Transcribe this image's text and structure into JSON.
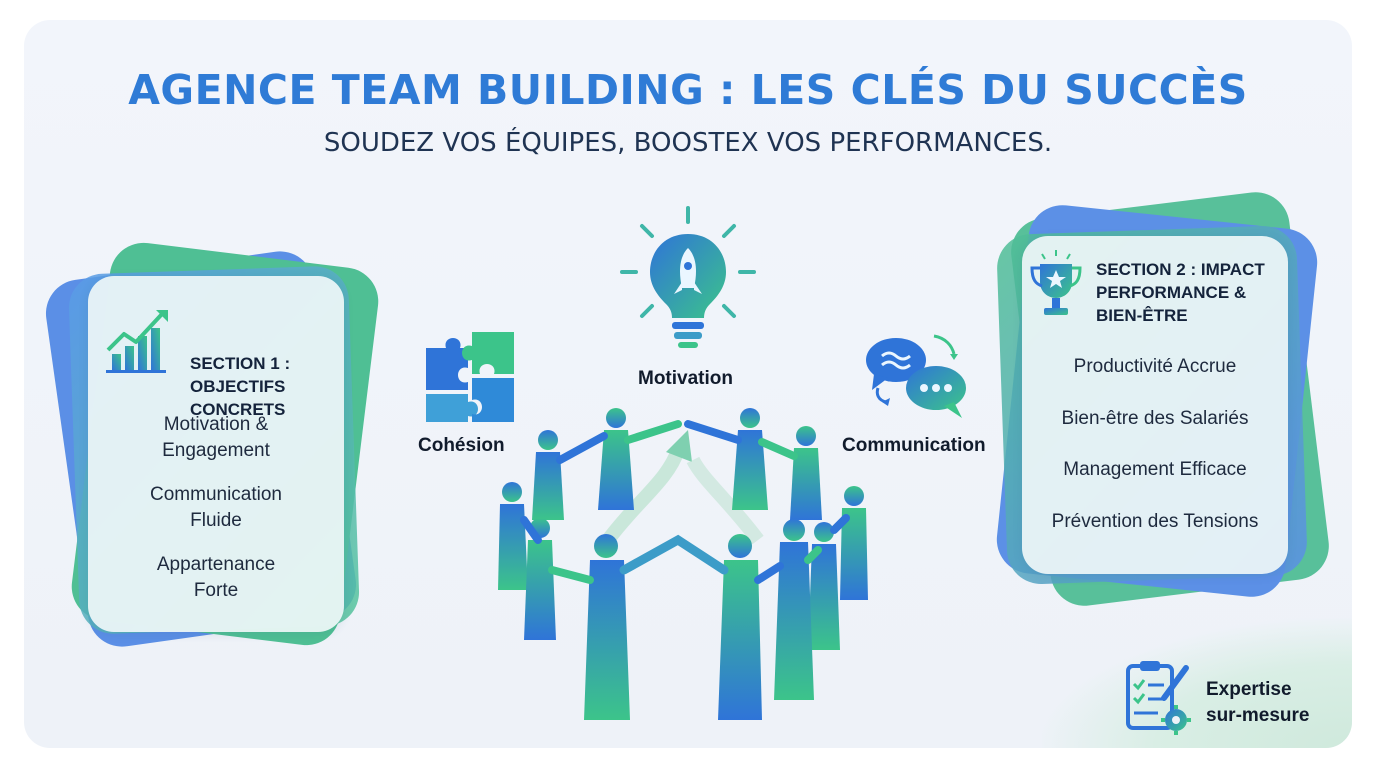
{
  "header": {
    "title": "AGENCE TEAM BUILDING : LES CLÉS DU SUCCÈS",
    "subtitle": "SOUDEZ VOS ÉQUIPES, BOOSTEX VOS PERFORMANCES."
  },
  "section1": {
    "title_lines": [
      "SECTION 1 :",
      "OBJECTIFS",
      "CONCRETS"
    ],
    "items": [
      {
        "lines": [
          "Motivation &",
          "Engagement"
        ]
      },
      {
        "lines": [
          "Communication",
          "Fluide"
        ]
      },
      {
        "lines": [
          "Appartenance",
          "Forte"
        ]
      }
    ],
    "icon": "growth-chart-icon"
  },
  "section2": {
    "title_lines": [
      "SECTION 2 : IMPACT",
      "PERFORMANCE &",
      "BIEN-ÊTRE"
    ],
    "items": [
      "Productivité Accrue",
      "Bien-être des Salariés",
      "Management Efficace",
      "Prévention des Tensions"
    ],
    "icon": "trophy-icon"
  },
  "center": {
    "motivation_label": "Motivation",
    "cohesion_label": "Cohésion",
    "communication_label": "Communication",
    "icons": [
      "lightbulb-rocket-icon",
      "puzzle-icon",
      "chat-bubbles-icon",
      "team-circle-illustration"
    ]
  },
  "footer": {
    "expertise_lines": [
      "Expertise",
      "sur-mesure"
    ],
    "icon": "clipboard-gear-icon"
  },
  "colors": {
    "title_blue": "#2f7bd6",
    "subtitle_navy": "#1f3352",
    "accent_blue": "#3f7fe0",
    "accent_green": "#3fbf8a"
  }
}
